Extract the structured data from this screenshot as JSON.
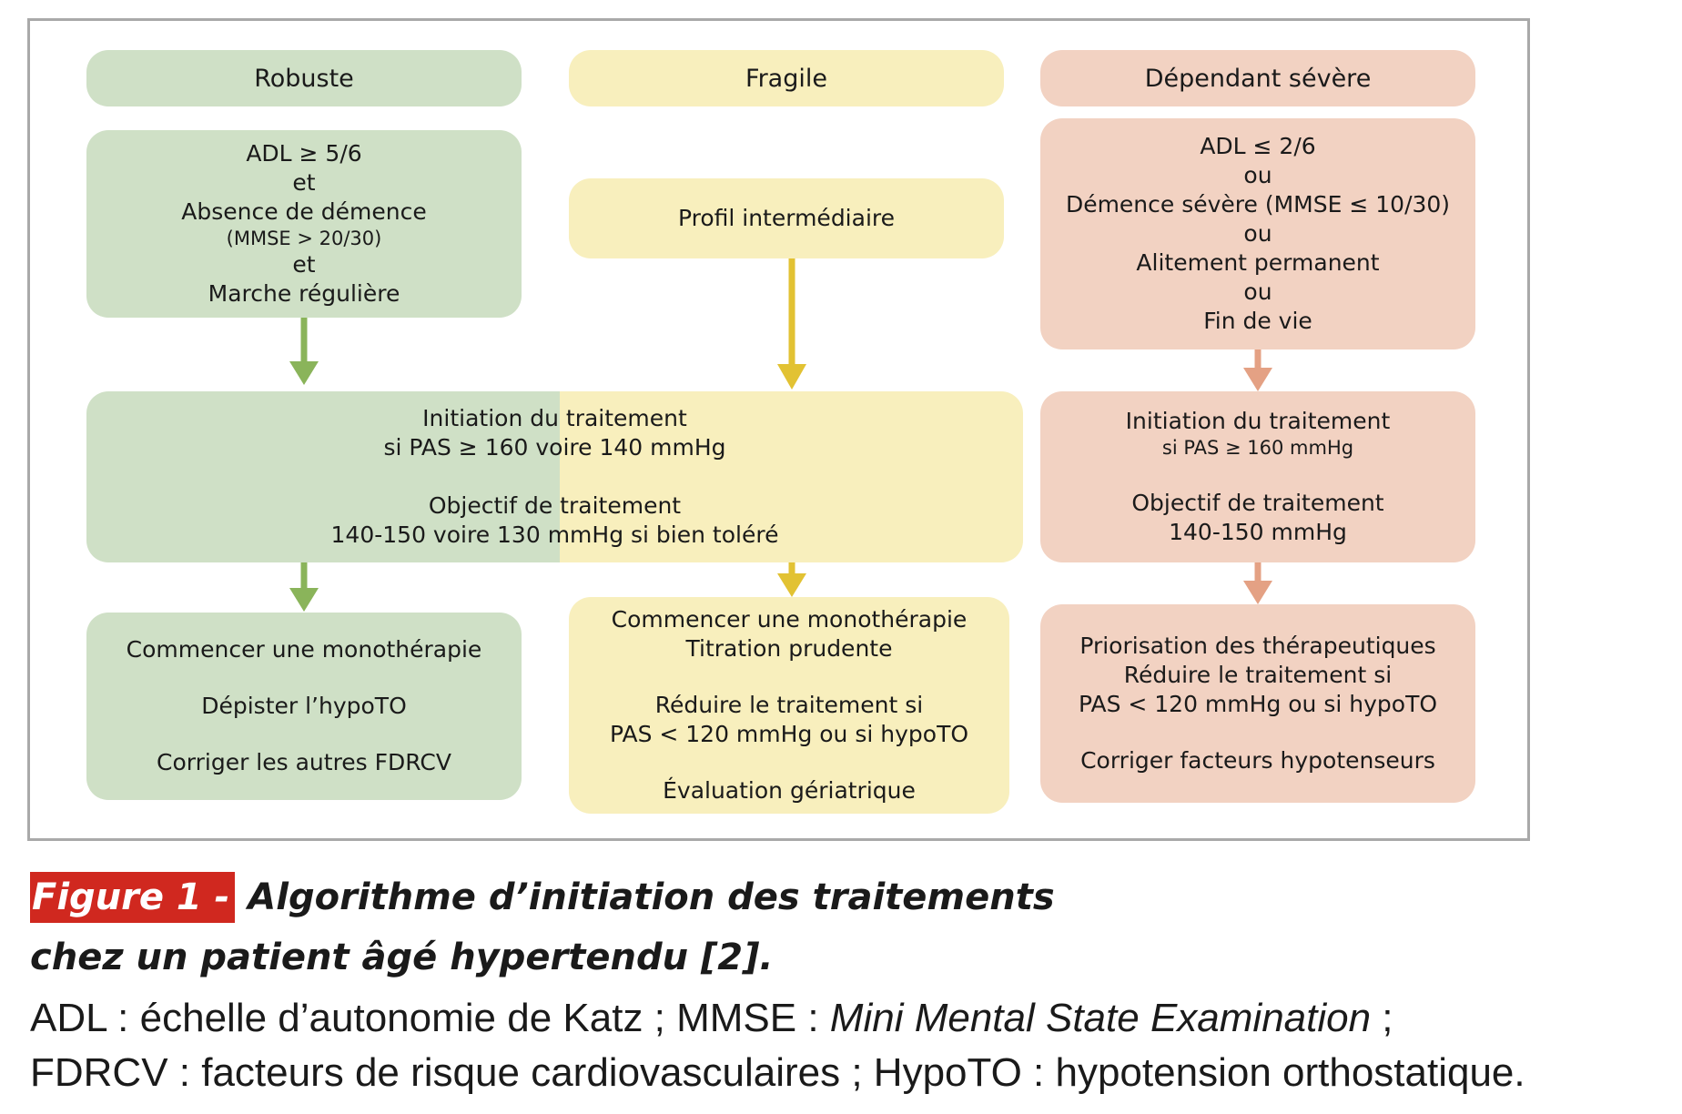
{
  "columns": {
    "robuste": {
      "header": "Robuste",
      "criteria": [
        "ADL ≥ 5/6",
        "et",
        "Absence de démence",
        "(MMSE > 20/30)",
        "et",
        "Marche régulière"
      ],
      "actions": [
        "Commencer une monothérapie",
        "Dépister l’hypoTO",
        "Corriger les autres FDRCV"
      ]
    },
    "fragile": {
      "header": "Fragile",
      "criteria": [
        "Profil intermédiaire"
      ],
      "actions": [
        "Commencer une monothérapie",
        "Titration prudente",
        "Réduire le traitement si",
        "PAS < 120 mmHg ou si hypoTO",
        "Évaluation gériatrique"
      ]
    },
    "dependant": {
      "header": "Dépendant sévère",
      "criteria": [
        "ADL ≤ 2/6",
        "ou",
        "Démence sévère (MMSE ≤ 10/30)",
        "ou",
        "Alitement permanent",
        "ou",
        "Fin de vie"
      ],
      "treatment": [
        "Initiation du traitement",
        "si PAS ≥ 160 mmHg",
        "Objectif de traitement",
        "140-150 mmHg"
      ],
      "actions": [
        "Priorisation des thérapeutiques",
        "Réduire le traitement si",
        "PAS < 120 mmHg ou si hypoTO",
        "Corriger facteurs hypotenseurs"
      ]
    }
  },
  "shared_treatment": [
    "Initiation du traitement",
    "si PAS ≥ 160 voire 140 mmHg",
    "Objectif de traitement",
    "140-150 voire 130 mmHg si bien toléré"
  ],
  "caption": {
    "label": "Figure 1 -",
    "title_line1": "Algorithme d’initiation des traitements",
    "title_line2": "chez un patient âgé hypertendu [2].",
    "legend_line1_a": "ADL : échelle d’autonomie de Katz ; MMSE : ",
    "legend_line1_b": "Mini Mental State Examination",
    "legend_line1_c": " ;",
    "legend_line2": "FDRCV : facteurs de risque cardiovasculaires ; HypoTO : hypotension orthostatique."
  },
  "colors": {
    "green_box": "#cfe0c6",
    "green_arrow": "#8ab45a",
    "yellow_box": "#f8efbd",
    "yellow_arrow": "#e2c233",
    "pink_box": "#f2d2c2",
    "pink_arrow": "#e4a184",
    "figure_label_bg": "#d0281f"
  }
}
